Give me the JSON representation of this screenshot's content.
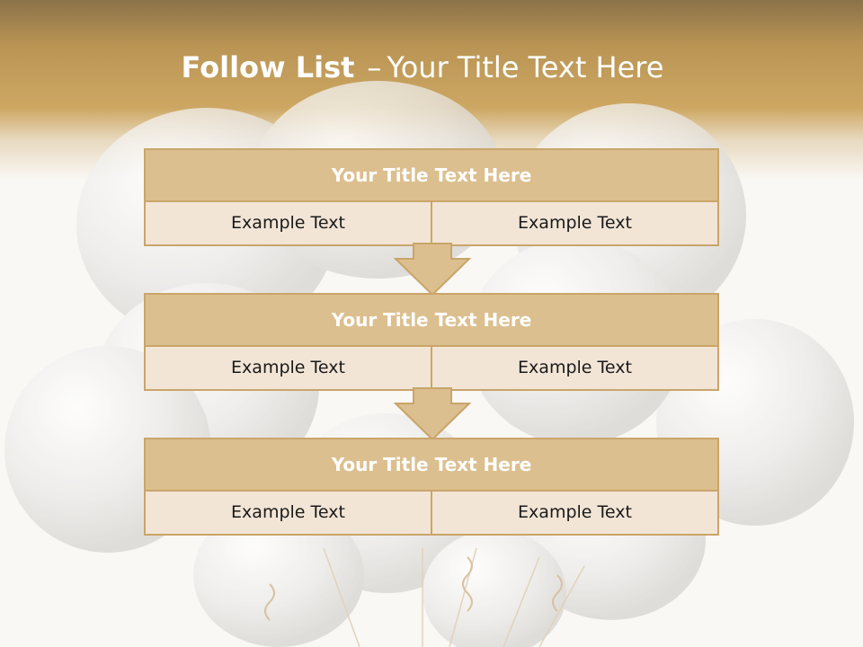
{
  "slide": {
    "title_bold": "Follow List",
    "title_dash": "–",
    "title_rest": "Your Title Text Here"
  },
  "steps": [
    {
      "title": "Your Title Text Here",
      "left": "Example Text",
      "right": "Example Text"
    },
    {
      "title": "Your Title Text Here",
      "left": "Example Text",
      "right": "Example Text"
    },
    {
      "title": "Your Title Text Here",
      "left": "Example Text",
      "right": "Example Text"
    }
  ],
  "colors": {
    "header": "#cda762",
    "box_title": "#dcbf8f",
    "box_cell": "#f2e5d6",
    "border": "#c9a56a"
  }
}
